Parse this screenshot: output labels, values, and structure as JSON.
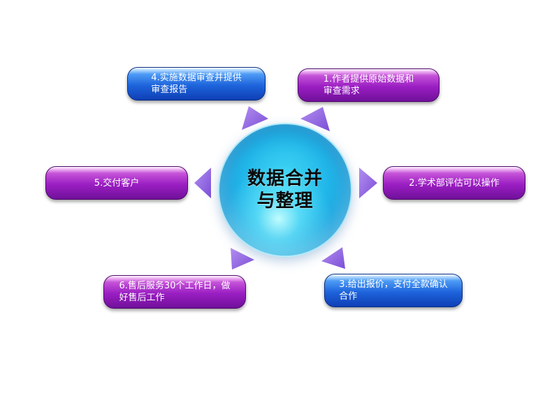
{
  "diagram": {
    "center": {
      "title_line1": "数据合并",
      "title_line2": "与整理"
    },
    "steps": [
      {
        "id": "step1",
        "text": "1.作者提供原始数据和\n审查需求",
        "color": "purple"
      },
      {
        "id": "step2",
        "text": "2.学术部评估可以操作",
        "color": "purple"
      },
      {
        "id": "step3",
        "text": "3.给出报价，支付全款确认\n合作",
        "color": "blue"
      },
      {
        "id": "step4",
        "text": "4.实施数据审查并提供\n审查报告",
        "color": "blue"
      },
      {
        "id": "step5",
        "text": "5.交付客户",
        "color": "purple"
      },
      {
        "id": "step6",
        "text": "6.售后服务30个工作日，做\n好售后工作",
        "color": "purple"
      }
    ],
    "colors": {
      "hub": "#1fb4e8",
      "blue_pill": "#1e64dc",
      "purple_pill": "#9a1ec2",
      "arrow": "#9b6fe0"
    }
  }
}
